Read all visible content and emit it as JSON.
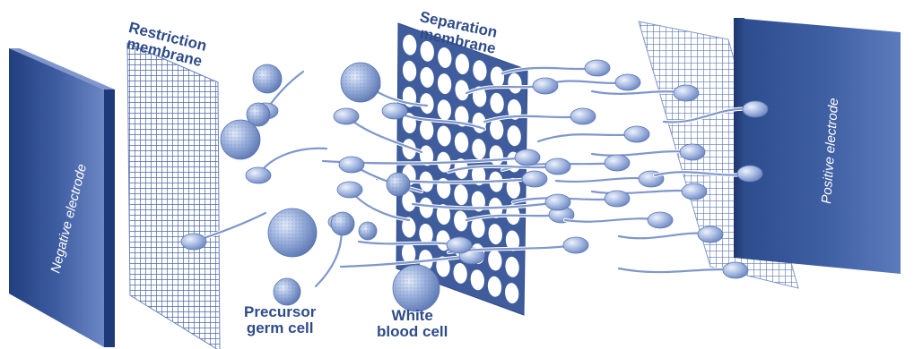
{
  "labels": {
    "negative_electrode": "Negative electrode",
    "positive_electrode": "Positive electrode",
    "restriction_membrane": [
      "Restriction",
      "membrane"
    ],
    "separation_membrane": [
      "Separation",
      "membrane"
    ],
    "precursor_germ_cell": [
      "Precursor",
      "germ cell"
    ],
    "white_blood_cell": [
      "White",
      "blood cell"
    ]
  },
  "colors": {
    "electrode_dark": "#2d4b8c",
    "electrode_light": "#6f8cc8",
    "membrane_grid": "#4a67a6",
    "cell_fill": "#8aa2d4",
    "label_text": "#2f4c88"
  }
}
